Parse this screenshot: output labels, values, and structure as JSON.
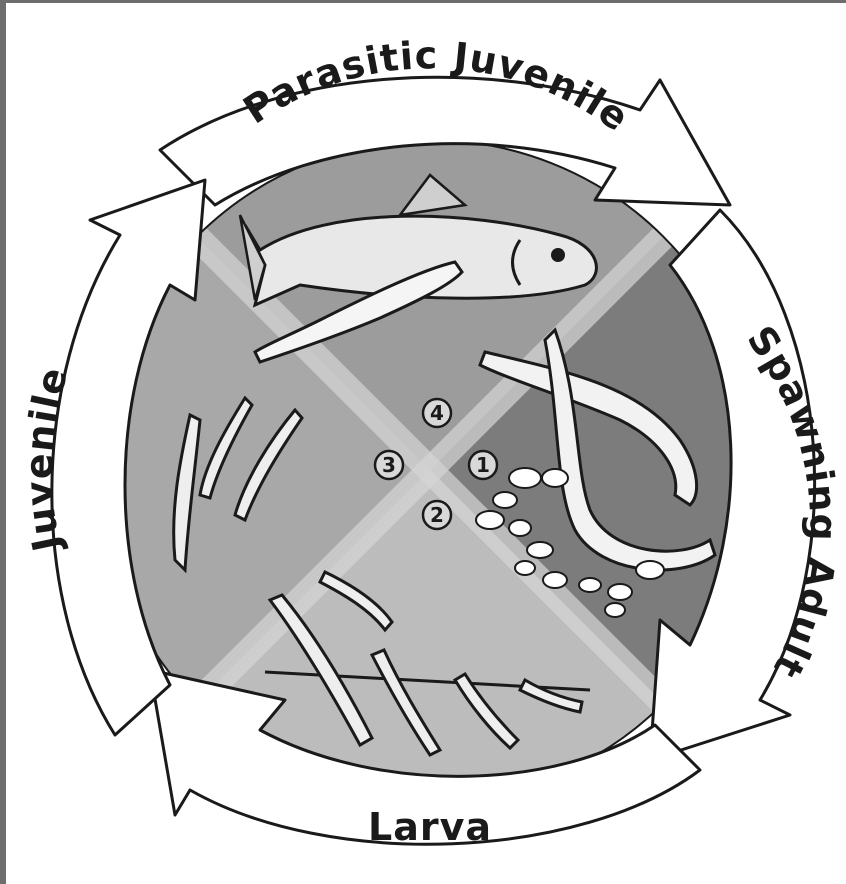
{
  "stages": {
    "parasitic_juvenile": "Parasitic Juvenile",
    "spawning_adult": "Spawning Adult",
    "larva": "Larva",
    "juvenile": "Juvenile"
  },
  "markers": {
    "one": "1",
    "two": "2",
    "three": "3",
    "four": "4"
  },
  "colors": {
    "quadrant_top": "#9c9c9c",
    "quadrant_right": "#7c7c7c",
    "quadrant_bottom": "#bcbcbc",
    "quadrant_left": "#a8a8a8",
    "arrow_fill": "#ffffff",
    "outline": "#1a1a1a"
  }
}
